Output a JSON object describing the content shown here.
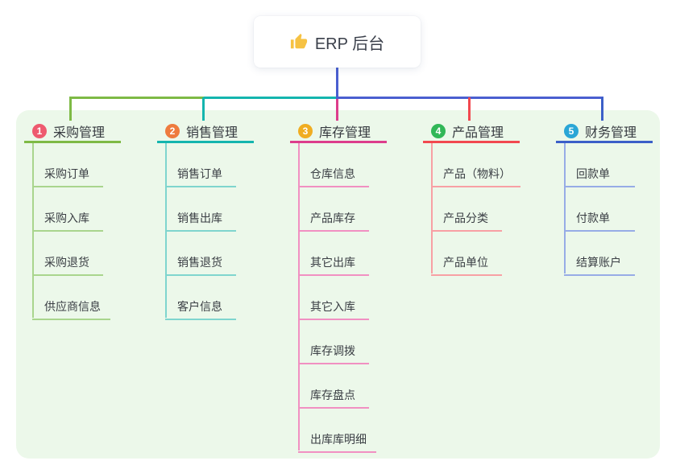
{
  "root": {
    "label": "ERP 后台",
    "icon": "thumbs-up-icon",
    "icon_color": "#f6c243"
  },
  "colors": {
    "canvas_bg": "#ffffff",
    "panel_bg": "#ecf8ea",
    "root_connector": "#4a5fd0",
    "text": "#363a40"
  },
  "branches": [
    {
      "index": "1",
      "label": "采购管理",
      "badge_color": "#ee5a6f",
      "line_color": "#7eba45",
      "child_line_color": "#a9d58d",
      "children": [
        "采购订单",
        "采购入库",
        "采购退货",
        "供应商信息"
      ]
    },
    {
      "index": "2",
      "label": "销售管理",
      "badge_color": "#ee7b3e",
      "line_color": "#14b5ae",
      "child_line_color": "#7fd5ce",
      "children": [
        "销售订单",
        "销售出库",
        "销售退货",
        "客户信息"
      ]
    },
    {
      "index": "3",
      "label": "库存管理",
      "badge_color": "#f0ad21",
      "line_color": "#dd3d8c",
      "child_line_color": "#f190c2",
      "children": [
        "仓库信息",
        "产品库存",
        "其它出库",
        "其它入库",
        "库存调拨",
        "库存盘点",
        "出库库明细"
      ]
    },
    {
      "index": "4",
      "label": "产品管理",
      "badge_color": "#31b757",
      "line_color": "#f2484f",
      "child_line_color": "#f8a0a4",
      "children": [
        "产品（物料）",
        "产品分类",
        "产品单位"
      ]
    },
    {
      "index": "5",
      "label": "财务管理",
      "badge_color": "#2aa6d6",
      "line_color": "#3b5fc8",
      "child_line_color": "#97ace6",
      "children": [
        "回款单",
        "付款单",
        "结算账户"
      ]
    }
  ]
}
